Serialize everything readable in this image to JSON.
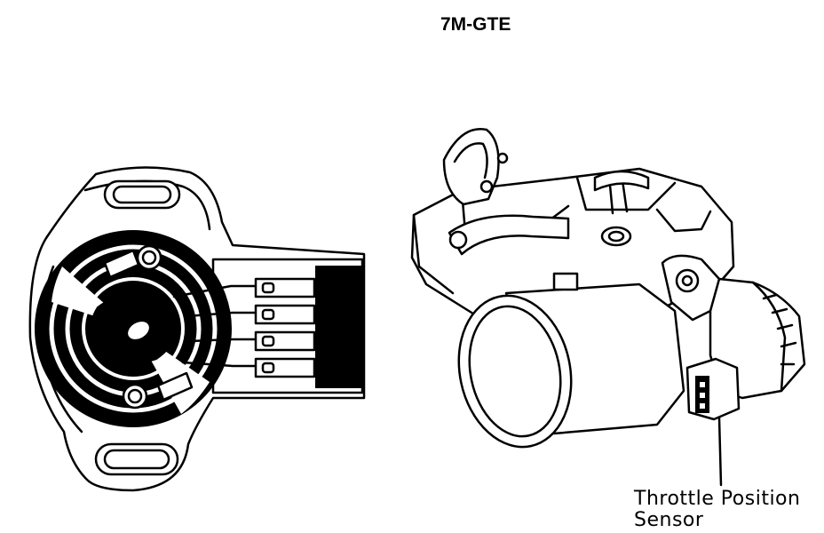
{
  "diagram": {
    "title": "7M-GTE",
    "callout": {
      "line1": "Throttle Position",
      "line2": "Sensor"
    }
  }
}
